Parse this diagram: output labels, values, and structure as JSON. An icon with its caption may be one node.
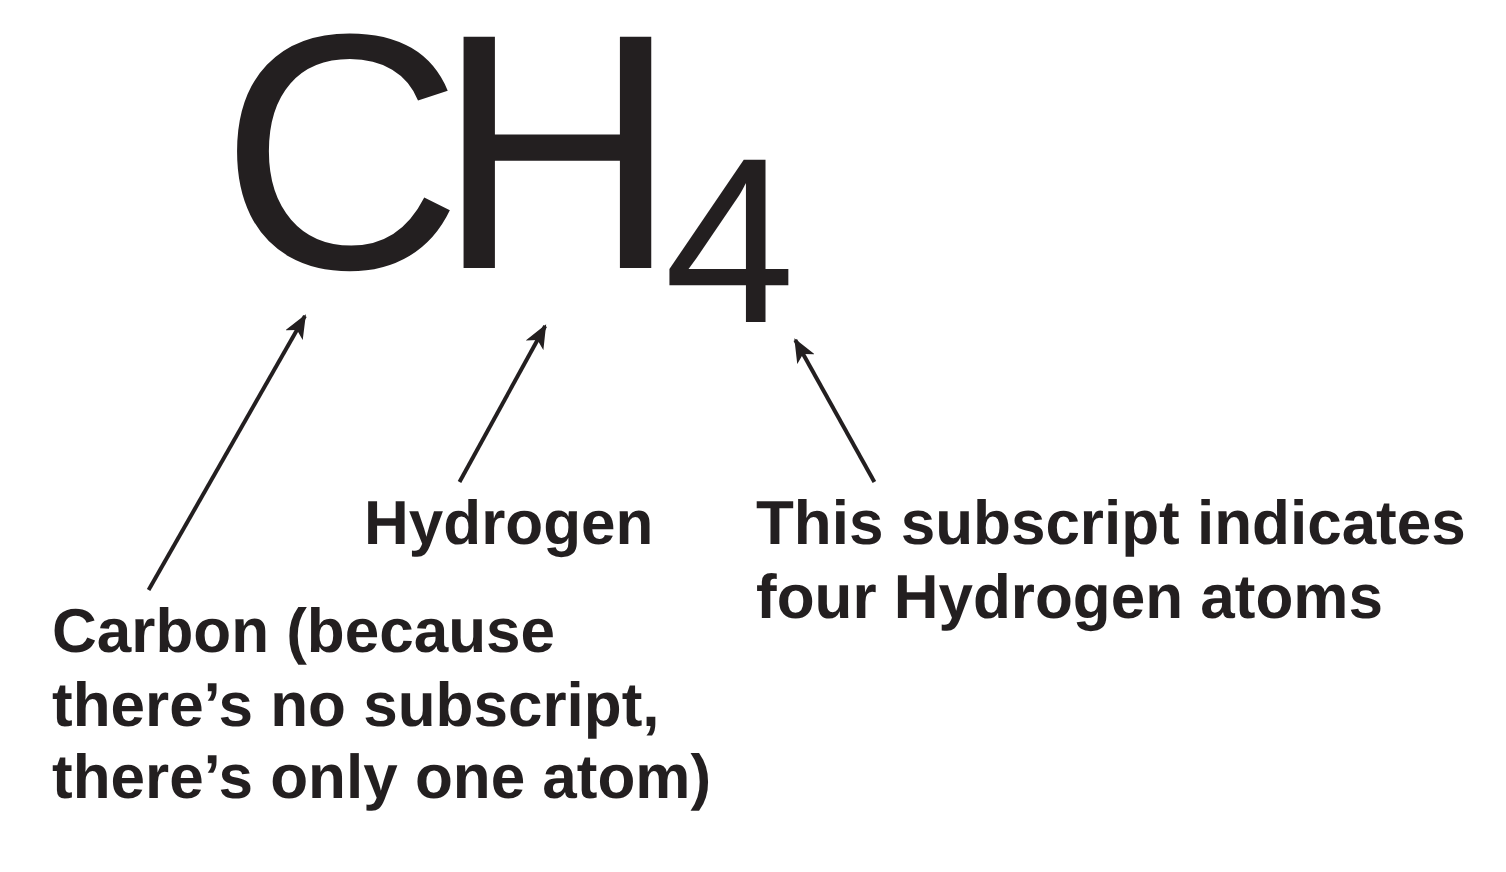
{
  "diagram": {
    "nodes": [
      {
        "text": [
          "C"
        ]
      },
      {
        "text": [
          "H"
        ]
      },
      {
        "text": [
          "4"
        ]
      },
      {
        "text": [
          "Hydrogen"
        ]
      },
      {
        "text": [
          "This subscript indicates four Hydrogen atoms"
        ]
      },
      {
        "text": [
          "Carbon (because there’s no subscript, there’s only one atom)"
        ]
      }
    ],
    "edges": [
      {
        "from": 5,
        "to": 0,
        "arrow": "to"
      },
      {
        "from": 3,
        "to": 1,
        "arrow": "to"
      },
      {
        "from": 4,
        "to": 2,
        "arrow": "to"
      }
    ]
  }
}
